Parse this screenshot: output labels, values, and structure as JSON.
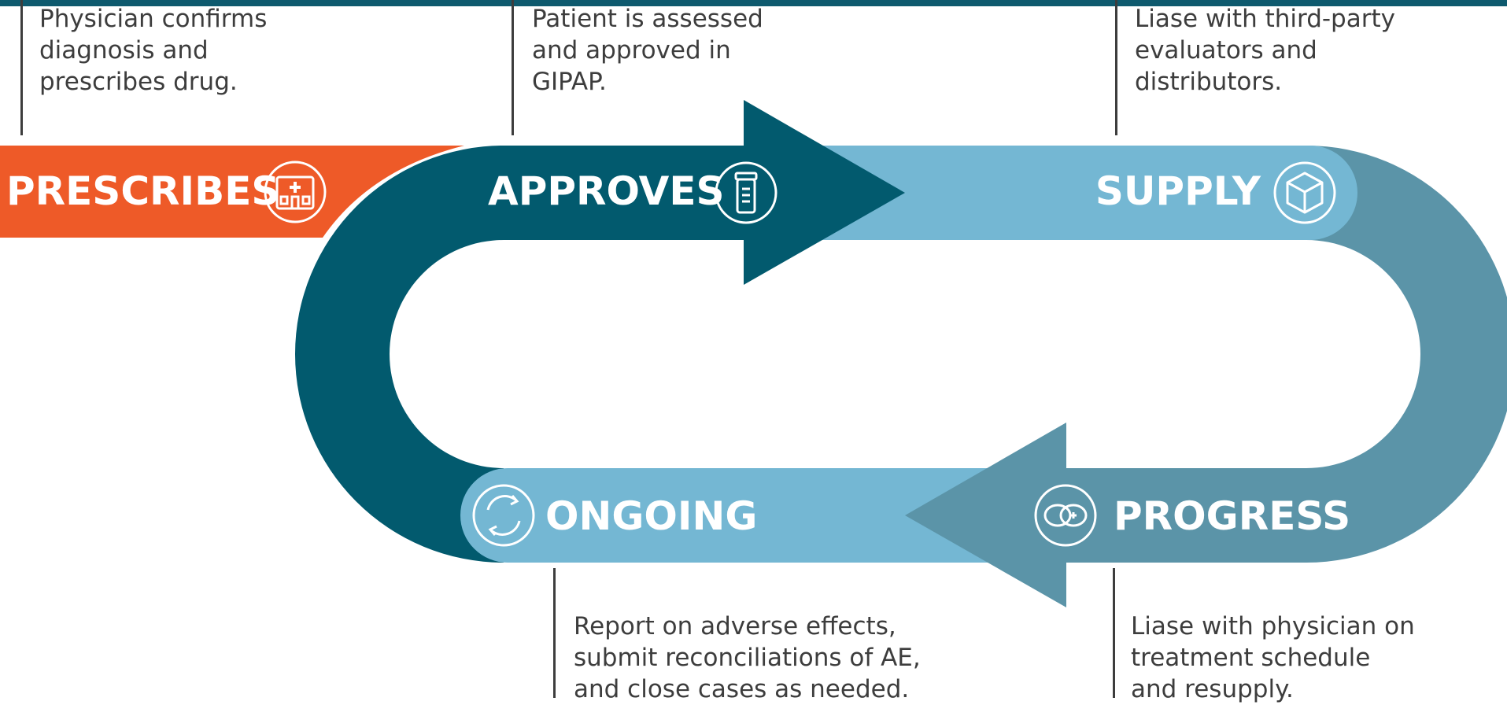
{
  "colors": {
    "top_bar": "#0e5a6e",
    "prescribes": "#ee5a28",
    "approves": "#025a6e",
    "supply": "#74b7d3",
    "progress": "#5b94a8",
    "ongoing": "#74b7d3",
    "text": "#3d3d3d",
    "label_text": "#ffffff"
  },
  "steps": {
    "prescribes": {
      "label": "PRESCRIBES",
      "icon": "hospital-icon",
      "description": [
        "Physician confirms",
        "diagnosis and",
        "prescribes drug."
      ]
    },
    "approves": {
      "label": "APPROVES",
      "icon": "pill-bottle-icon",
      "description": [
        "Patient is assessed",
        "and approved in",
        "GIPAP."
      ]
    },
    "supply": {
      "label": "SUPPLY",
      "icon": "box-icon",
      "description": [
        "Liase with third-party",
        "evaluators and",
        "distributors."
      ]
    },
    "progress": {
      "label": "PROGRESS",
      "icon": "pills-icon",
      "description": [
        "Liase with physician on",
        "treatment schedule",
        "and resupply."
      ]
    },
    "ongoing": {
      "label": "ONGOING",
      "icon": "cycle-icon",
      "description": [
        "Report on adverse effects,",
        "submit reconciliations of AE,",
        "and close cases as needed."
      ]
    }
  }
}
